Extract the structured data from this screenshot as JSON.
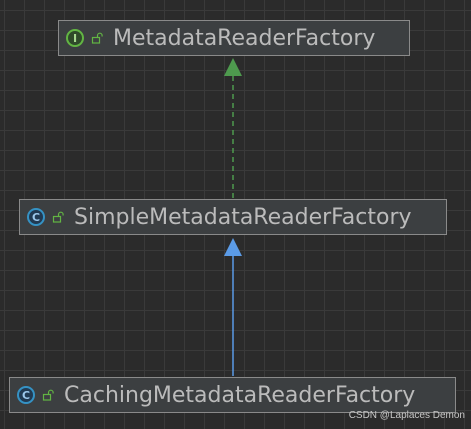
{
  "nodes": {
    "metadata_reader_factory": {
      "label": "MetadataReaderFactory",
      "kind": "interface",
      "kind_glyph": "I",
      "icon": "interface-icon",
      "visibility_icon": "public-lock-icon"
    },
    "simple_metadata_reader_factory": {
      "label": "SimpleMetadataReaderFactory",
      "kind": "class",
      "kind_glyph": "C",
      "icon": "class-icon",
      "visibility_icon": "public-lock-icon"
    },
    "caching_metadata_reader_factory": {
      "label": "CachingMetadataReaderFactory",
      "kind": "class",
      "kind_glyph": "C",
      "icon": "class-icon",
      "visibility_icon": "public-lock-icon"
    }
  },
  "edges": [
    {
      "from": "simple_metadata_reader_factory",
      "to": "metadata_reader_factory",
      "relation": "implements",
      "color": "#4e9a4e"
    },
    {
      "from": "caching_metadata_reader_factory",
      "to": "simple_metadata_reader_factory",
      "relation": "extends",
      "color": "#5b9be6"
    }
  ],
  "colors": {
    "background": "#2b2b2b",
    "grid": "#3a3a3a",
    "node_fill": "#3c3f41",
    "node_border": "#8a8a8a",
    "label": "#bbbbbb",
    "interface_accent": "#62b543",
    "class_accent": "#3592c4",
    "implements_edge": "#4e9a4e",
    "extends_edge": "#5b9be6"
  },
  "watermark": "CSDN @Laplaces Demon"
}
